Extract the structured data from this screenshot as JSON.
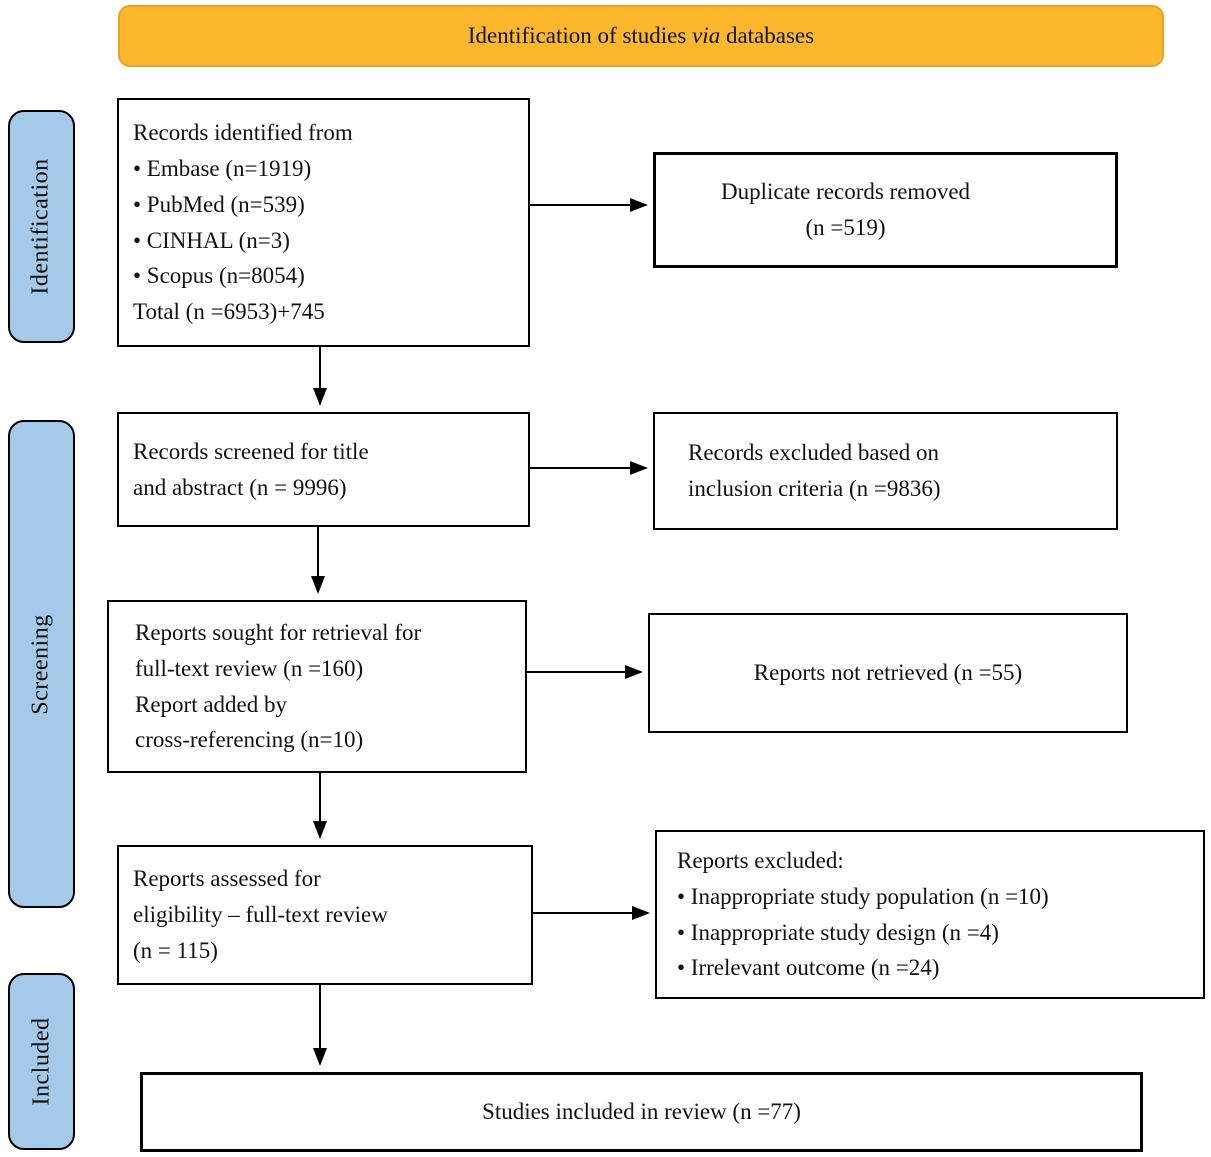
{
  "banner": {
    "prefix": "Identification of studies ",
    "italic": "via",
    "suffix": " databases"
  },
  "stages": [
    {
      "label": "Identification"
    },
    {
      "label": "Screening"
    },
    {
      "label": "Included"
    }
  ],
  "boxes": {
    "records_identified": {
      "lines": [
        "Records identified from",
        "• Embase (n=1919)",
        "• PubMed (n=539)",
        "• CINHAL (n=3)",
        "• Scopus (n=8054)",
        "Total (n =6953)+745"
      ]
    },
    "duplicates_removed": {
      "lines": [
        "Duplicate records removed",
        "(n =519)"
      ]
    },
    "records_screened": {
      "lines": [
        "Records screened for title",
        "and abstract (n = 9996)"
      ]
    },
    "records_excluded": {
      "lines": [
        "Records excluded based on",
        "inclusion criteria (n =9836)"
      ]
    },
    "reports_sought": {
      "lines": [
        "Reports sought for retrieval for",
        "full-text review (n =160)",
        "Report added by",
        "cross-referencing (n=10)"
      ]
    },
    "reports_not_retrieved": {
      "lines": [
        "Reports not retrieved (n =55)"
      ]
    },
    "reports_assessed": {
      "lines": [
        "Reports assessed for",
        "eligibility – full-text review",
        "(n = 115)"
      ]
    },
    "reports_excluded": {
      "lines": [
        "Reports excluded:",
        "• Inappropriate study population (n =10)",
        "• Inappropriate study design (n =4)",
        "• Irrelevant outcome (n =24)"
      ]
    },
    "studies_included": {
      "lines": [
        "Studies included in review (n =77)"
      ]
    }
  },
  "colors": {
    "banner_fill": "#fcb72c",
    "banner_border": "#e9a128",
    "stage_fill": "#a5c9e8",
    "arrow": "#000000"
  }
}
